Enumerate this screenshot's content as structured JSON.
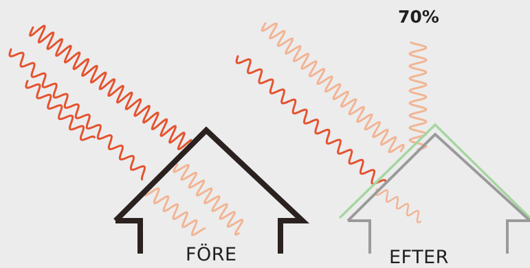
{
  "labels": {
    "before": "FÖRE",
    "after": "EFTER",
    "reflected_percent": "70%"
  },
  "colors": {
    "background": "#ececed",
    "incoming_wave": "#e4532f",
    "absorbed_wave": "#f2b594",
    "house_outline_before": "#2b2220",
    "house_outline_after": "#9a9a9a",
    "coating_layer": "#a5d6a0"
  },
  "icons": {
    "before_house": "house-outline-icon",
    "after_house": "coated-house-outline-icon",
    "incoming_heat": "heat-wave-icon"
  }
}
